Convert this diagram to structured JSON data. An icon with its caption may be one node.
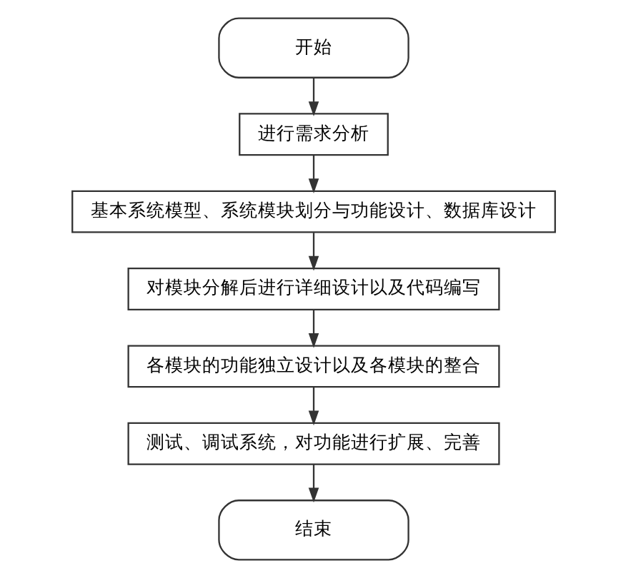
{
  "diagram": {
    "nodes": [
      {
        "text": [
          "开始"
        ]
      },
      {
        "text": [
          "进行需求分析"
        ]
      },
      {
        "text": [
          "基本系统模型、系统模块划分与功能设计、数据库设计"
        ]
      },
      {
        "text": [
          "对模块分解后进行详细设计以及代码编写"
        ]
      },
      {
        "text": [
          "各模块的功能独立设计以及各模块的整合"
        ]
      },
      {
        "text": [
          "测试、调试系统，对功能进行扩展、完善"
        ]
      },
      {
        "text": [
          "结束"
        ]
      }
    ],
    "edges": [
      {
        "from": 0,
        "to": 1,
        "arrow": "to"
      },
      {
        "from": 1,
        "to": 2,
        "arrow": "to"
      },
      {
        "from": 2,
        "to": 3,
        "arrow": "to"
      },
      {
        "from": 3,
        "to": 4,
        "arrow": "to"
      },
      {
        "from": 4,
        "to": 5,
        "arrow": "to"
      },
      {
        "from": 5,
        "to": 6,
        "arrow": "to"
      }
    ]
  }
}
